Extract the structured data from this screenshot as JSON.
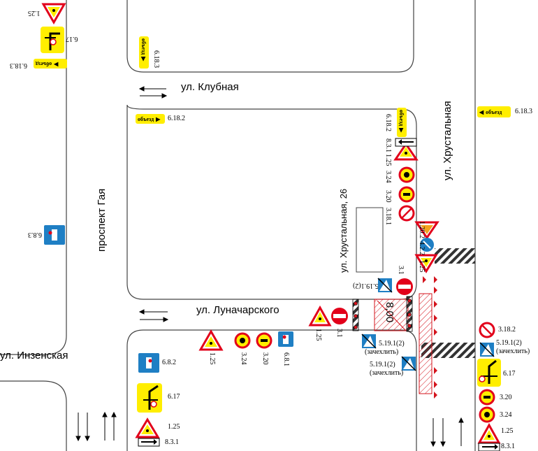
{
  "streets": {
    "klubnaya": "ул. Клубная",
    "lunacharskogo": "ул. Луначарского",
    "khrustalnaya": "ул. Хрустальная",
    "gaya": "проспект Гая",
    "inzenskaya": "ул. Инзенская",
    "building": "ул. Хрустальная, 26"
  },
  "signs": {
    "s1_25": "1.25",
    "s6_17": "6.17",
    "s6_18_3": "6.18.3",
    "s6_18_2": "6.18.2",
    "s8_3_1": "8.3.1",
    "s3_24": "3.24",
    "s3_20": "3.20",
    "s3_18_1": "3.18.1",
    "s1_20_2": "1.20.2",
    "s4_2_2": "4.2.2",
    "s3_1": "3.1",
    "s5_19_1_2": "5.19.1(2)",
    "s6_8_3": "6.8.3",
    "s6_8_2": "6.8.2",
    "s6_8_1": "6.8.1",
    "s3_18_2": "3.18.2",
    "zachekhlit": "(зачехлить)",
    "detour_word": "объезд"
  },
  "dimension": "8,00",
  "colors": {
    "sign_yellow": "#ffee00",
    "sign_red": "#e2001a",
    "sign_blue": "#1f7fc4",
    "hatch_red": "#d4141d",
    "orange_triangle": "#f4a21d"
  }
}
